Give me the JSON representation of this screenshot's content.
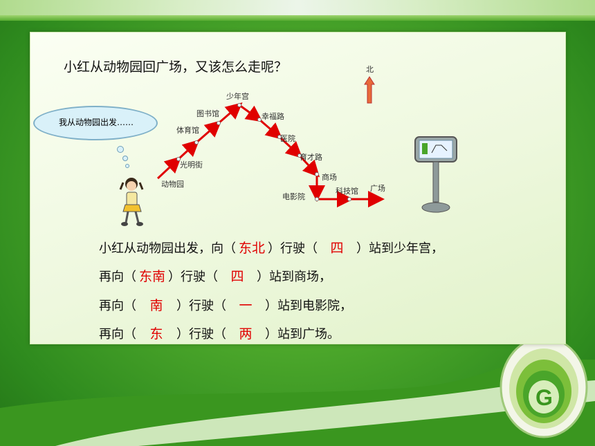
{
  "question": "小红从动物园回广场，又该怎么走呢？",
  "bubble_text": "我从动物园出发……",
  "compass_label": "北",
  "places": {
    "zoo": "动物园",
    "guangming": "光明街",
    "gym": "体育馆",
    "library": "图书馆",
    "youth_palace": "少年宫",
    "xingfu": "幸福路",
    "hospital": "医院",
    "yucai": "育才路",
    "mall": "商场",
    "cinema": "电影院",
    "science": "科技馆",
    "square": "广场"
  },
  "sentences": [
    {
      "part1": "小红从动物园出发，向（",
      "ans1": "东北",
      "part2": "）行驶（",
      "ans2": "四",
      "part3": "）站到少年宫，"
    },
    {
      "part1": "再向（",
      "ans1": "东南",
      "part2": "）行驶（",
      "ans2": "四",
      "part3": "）站到商场，"
    },
    {
      "part1": "再向（",
      "ans1": "南",
      "part2": "）行驶（",
      "ans2": "一",
      "part3": "）站到电影院，"
    },
    {
      "part1": "再向（",
      "ans1": "东",
      "part2": "）行驶（",
      "ans2": "两",
      "part3": "）站到广场。"
    }
  ],
  "colors": {
    "route": "#e00000",
    "answer": "#e00000",
    "bubble": "#d9f1f9",
    "background": "#4aa52a"
  }
}
